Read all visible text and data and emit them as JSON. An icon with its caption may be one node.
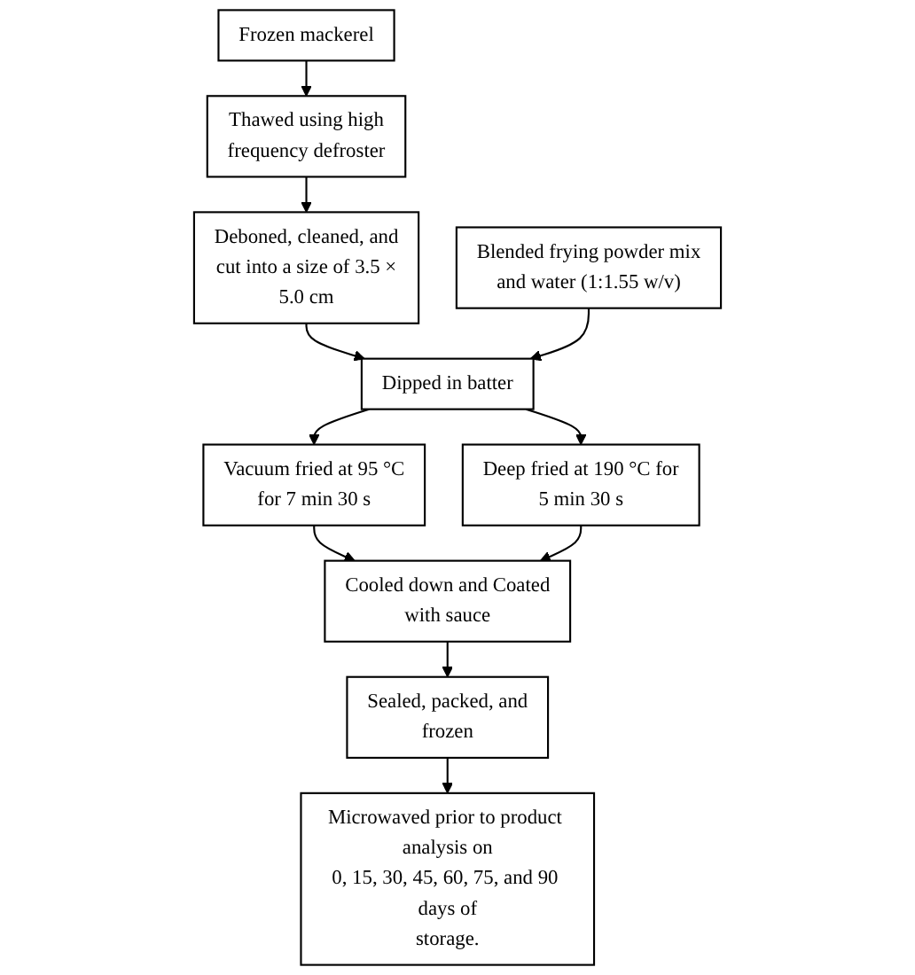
{
  "diagram": {
    "nodes": [
      {
        "text": [
          "Frozen mackerel"
        ]
      },
      {
        "text": [
          "Thawed using high frequency defroster"
        ]
      },
      {
        "text": [
          "Deboned, cleaned, and cut into a size of 3.5 × 5.0 cm"
        ]
      },
      {
        "text": [
          "Blended frying powder mix and water (1:1.55 w/v)"
        ]
      },
      {
        "text": [
          "Dipped in batter"
        ]
      },
      {
        "text": [
          "Vacuum fried at 95 °C for 7 min 30 s"
        ]
      },
      {
        "text": [
          "Deep fried at 190 °C for 5 min 30 s"
        ]
      },
      {
        "text": [
          "Cooled down and Coated with sauce"
        ]
      },
      {
        "text": [
          "Sealed, packed, and frozen"
        ]
      },
      {
        "text": [
          "Microwaved prior to product analysis on 0, 15, 30, 45, 60, 75, and 90 days of storage."
        ]
      }
    ],
    "edges": [
      {
        "from": 0,
        "to": 1,
        "arrow": "to"
      },
      {
        "from": 1,
        "to": 2,
        "arrow": "to"
      },
      {
        "from": 2,
        "to": 4,
        "arrow": "to"
      },
      {
        "from": 3,
        "to": 4,
        "arrow": "to"
      },
      {
        "from": 4,
        "to": 5,
        "arrow": "to"
      },
      {
        "from": 4,
        "to": 6,
        "arrow": "to"
      },
      {
        "from": 5,
        "to": 7,
        "arrow": "to"
      },
      {
        "from": 6,
        "to": 7,
        "arrow": "to"
      },
      {
        "from": 7,
        "to": 8,
        "arrow": "to"
      },
      {
        "from": 8,
        "to": 9,
        "arrow": "to"
      }
    ]
  }
}
